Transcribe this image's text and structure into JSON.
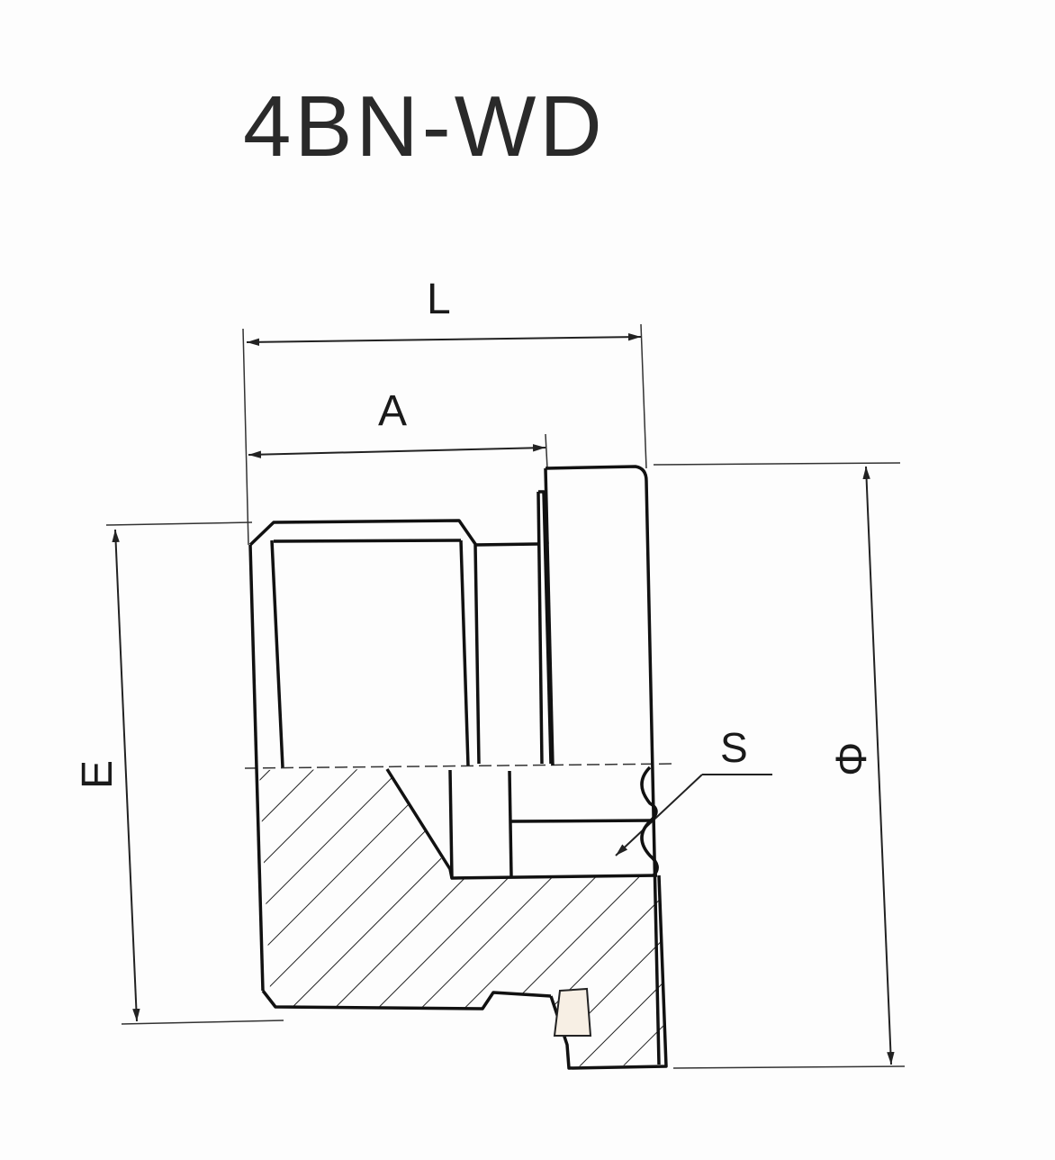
{
  "title": "4BN-WD",
  "dimensions": {
    "L": "L",
    "A": "A",
    "E": "E",
    "S": "S",
    "phi": "Φ"
  }
}
